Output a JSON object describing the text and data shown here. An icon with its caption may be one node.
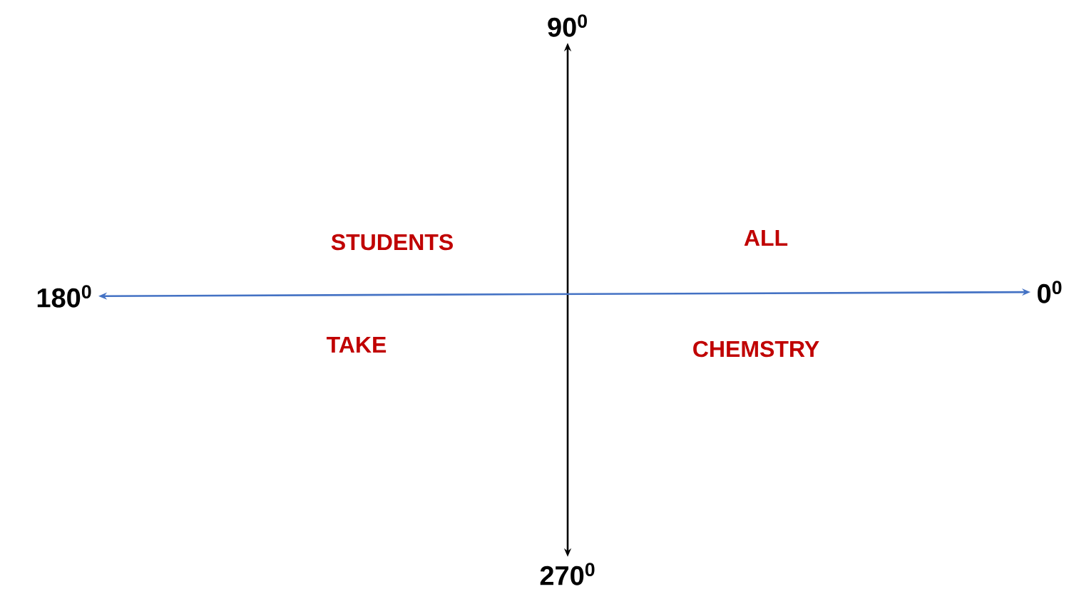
{
  "diagram": {
    "nodes": [
      {
        "text": [
          "90$^{0}$"
        ]
      },
      {
        "text": [
          "180$^{0}$"
        ]
      },
      {
        "text": [
          "0$^{0}$"
        ]
      },
      {
        "text": [
          "270$^{0}$"
        ]
      }
    ],
    "edges": [
      {
        "from": 3,
        "to": 0,
        "arrow": "both"
      },
      {
        "from": 1,
        "to": 2,
        "arrow": "both",
        "color": "#4472c4"
      }
    ],
    "labels": [
      "STUDENTS",
      "ALL",
      "TAKE",
      "CHEMSTRY"
    ]
  }
}
